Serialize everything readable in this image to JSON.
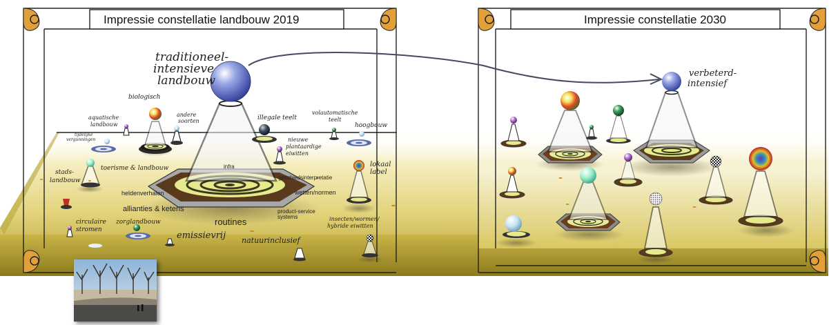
{
  "panels": {
    "left_title": "Impressie constellatie landbouw 2019",
    "right_title": "Impressie constellatie 2030"
  },
  "labels_left": {
    "traditioneel": "traditioneel-",
    "intensieve": "intensieve",
    "landbouw": "landbouw",
    "biologisch": "biologisch",
    "andere": "andere",
    "soorten": "soorten",
    "aquatische": "aquatische",
    "aquatische2": "landbouw",
    "tijdelijke": "tijdelijke",
    "vergunningen": "vergunningen",
    "illegale": "illegale teelt",
    "volautomatische": "volautomatische",
    "teelt": "teelt",
    "hoogbouw": "hoogbouw",
    "nieuwe": "nieuwe",
    "plantaardige": "plantaardige",
    "eiwitten": "eiwitten",
    "stads": "stads-",
    "stads2": "landbouw",
    "toerisme": "toerisme & landbouw",
    "lokaal": "lokaal",
    "label": "label",
    "circulaire": "circulaire",
    "stromen": "stromen",
    "zorglandbouw": "zorglandbouw",
    "emissievrij": "emissievrij",
    "natuurinclusief": "natuurinclusief",
    "insecten": "insecten/wormen/",
    "hybride": "hybride eiwitten",
    "ellipsis": "..."
  },
  "labels_center": {
    "infra": "infra",
    "heldenverhalen": "heldenverhalen",
    "geschiedsinterpretatie": "geschiedsinterpretatie",
    "wetten": "wetten/normen",
    "allianties": "allianties & ketens",
    "product": "product-service",
    "systems": "systems",
    "routines": "routines"
  },
  "labels_right": {
    "verbeterd": "verbeterd-",
    "intensief": "intensief"
  },
  "colors": {
    "soil_top": "#fbf6d2",
    "soil_mid": "#e6d580",
    "soil_dark": "#a99a38",
    "frame": "#222222",
    "arrow": "#444a60"
  }
}
